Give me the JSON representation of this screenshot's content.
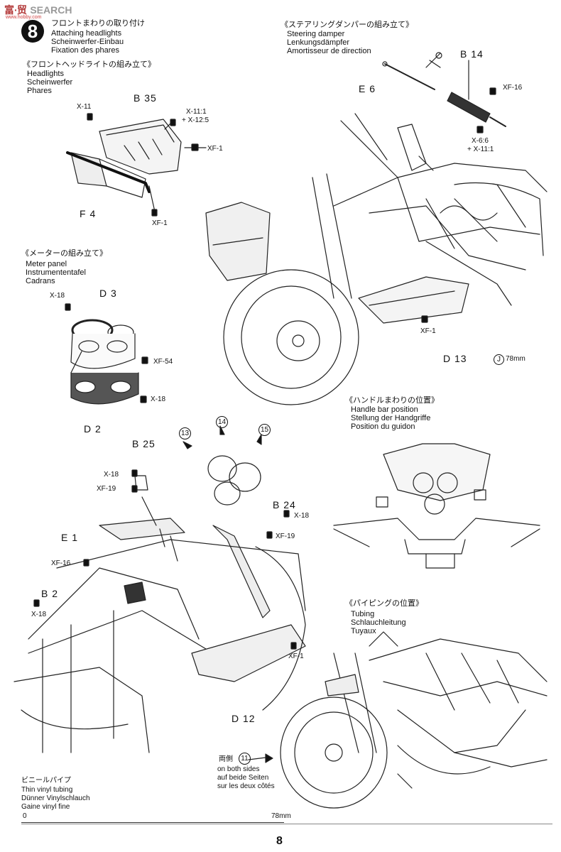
{
  "watermark": {
    "brand": "SEARCH",
    "domain": "www.hobby.com"
  },
  "step": {
    "number": "8",
    "title_jp": "フロントまわりの取り付け",
    "title_en": "Attaching headlights",
    "title_de": "Scheinwerfer-Einbau",
    "title_fr": "Fixation des phares"
  },
  "headlights": {
    "title_jp": "《フロントヘッドライトの組み立て》",
    "en": "Headlights",
    "de": "Scheinwerfer",
    "fr": "Phares",
    "parts": {
      "b35": "B 35",
      "f4": "F 4",
      "x11": "X-11",
      "x11_12": "X-11:1",
      "x12": "+ X-12:5",
      "xf1a": "XF-1",
      "xf1b": "XF-1"
    }
  },
  "steering": {
    "title_jp": "《ステアリングダンパーの組み立て》",
    "en": "Steering damper",
    "de": "Lenkungsdämpfer",
    "fr": "Amortisseur de direction",
    "parts": {
      "b14": "B 14",
      "e6": "E 6",
      "xf16": "XF-16",
      "x6": "X-6:6",
      "x11": "+ X-11:1"
    }
  },
  "meter": {
    "title_jp": "《メーターの組み立て》",
    "en": "Meter panel",
    "de": "Instrumententafel",
    "fr": "Cadrans",
    "parts": {
      "d3": "D 3",
      "d2": "D 2",
      "x18a": "X-18",
      "xf54": "XF-54",
      "x18b": "X-18"
    }
  },
  "bike_upper": {
    "xf1": "XF-1",
    "d13": "D 13",
    "j_label": "J",
    "j_size": "78mm"
  },
  "handle": {
    "title_jp": "《ハンドルまわりの位置》",
    "en": "Handle bar position",
    "de": "Stellung der Handgriffe",
    "fr": "Position du guidon"
  },
  "assembly": {
    "c13": "13",
    "c14": "14",
    "c15": "15",
    "b25": "B 25",
    "x18a": "X-18",
    "xf19a": "XF-19",
    "e1": "E 1",
    "b24": "B 24",
    "x18b": "X-18",
    "xf19b": "XF-19",
    "xf16": "XF-16",
    "b2": "B 2",
    "x18c": "X-18",
    "xf1": "XF-1",
    "d12": "D 12"
  },
  "tubing": {
    "title_jp": "《パイピングの位置》",
    "en": "Tubing",
    "de": "Schlauchleitung",
    "fr": "Tuyaux",
    "both_jp": "両側",
    "c11": "11",
    "both_en": "on both sides",
    "both_de": "auf beide Seiten",
    "both_fr": "sur les deux côtés"
  },
  "vinyl": {
    "jp": "ビニールパイプ",
    "en": "Thin vinyl tubing",
    "de": "Dünner Vinylschlauch",
    "fr": "Gaine vinyl fine",
    "scale_start": "0",
    "scale_end": "78mm"
  },
  "page_number": "8"
}
